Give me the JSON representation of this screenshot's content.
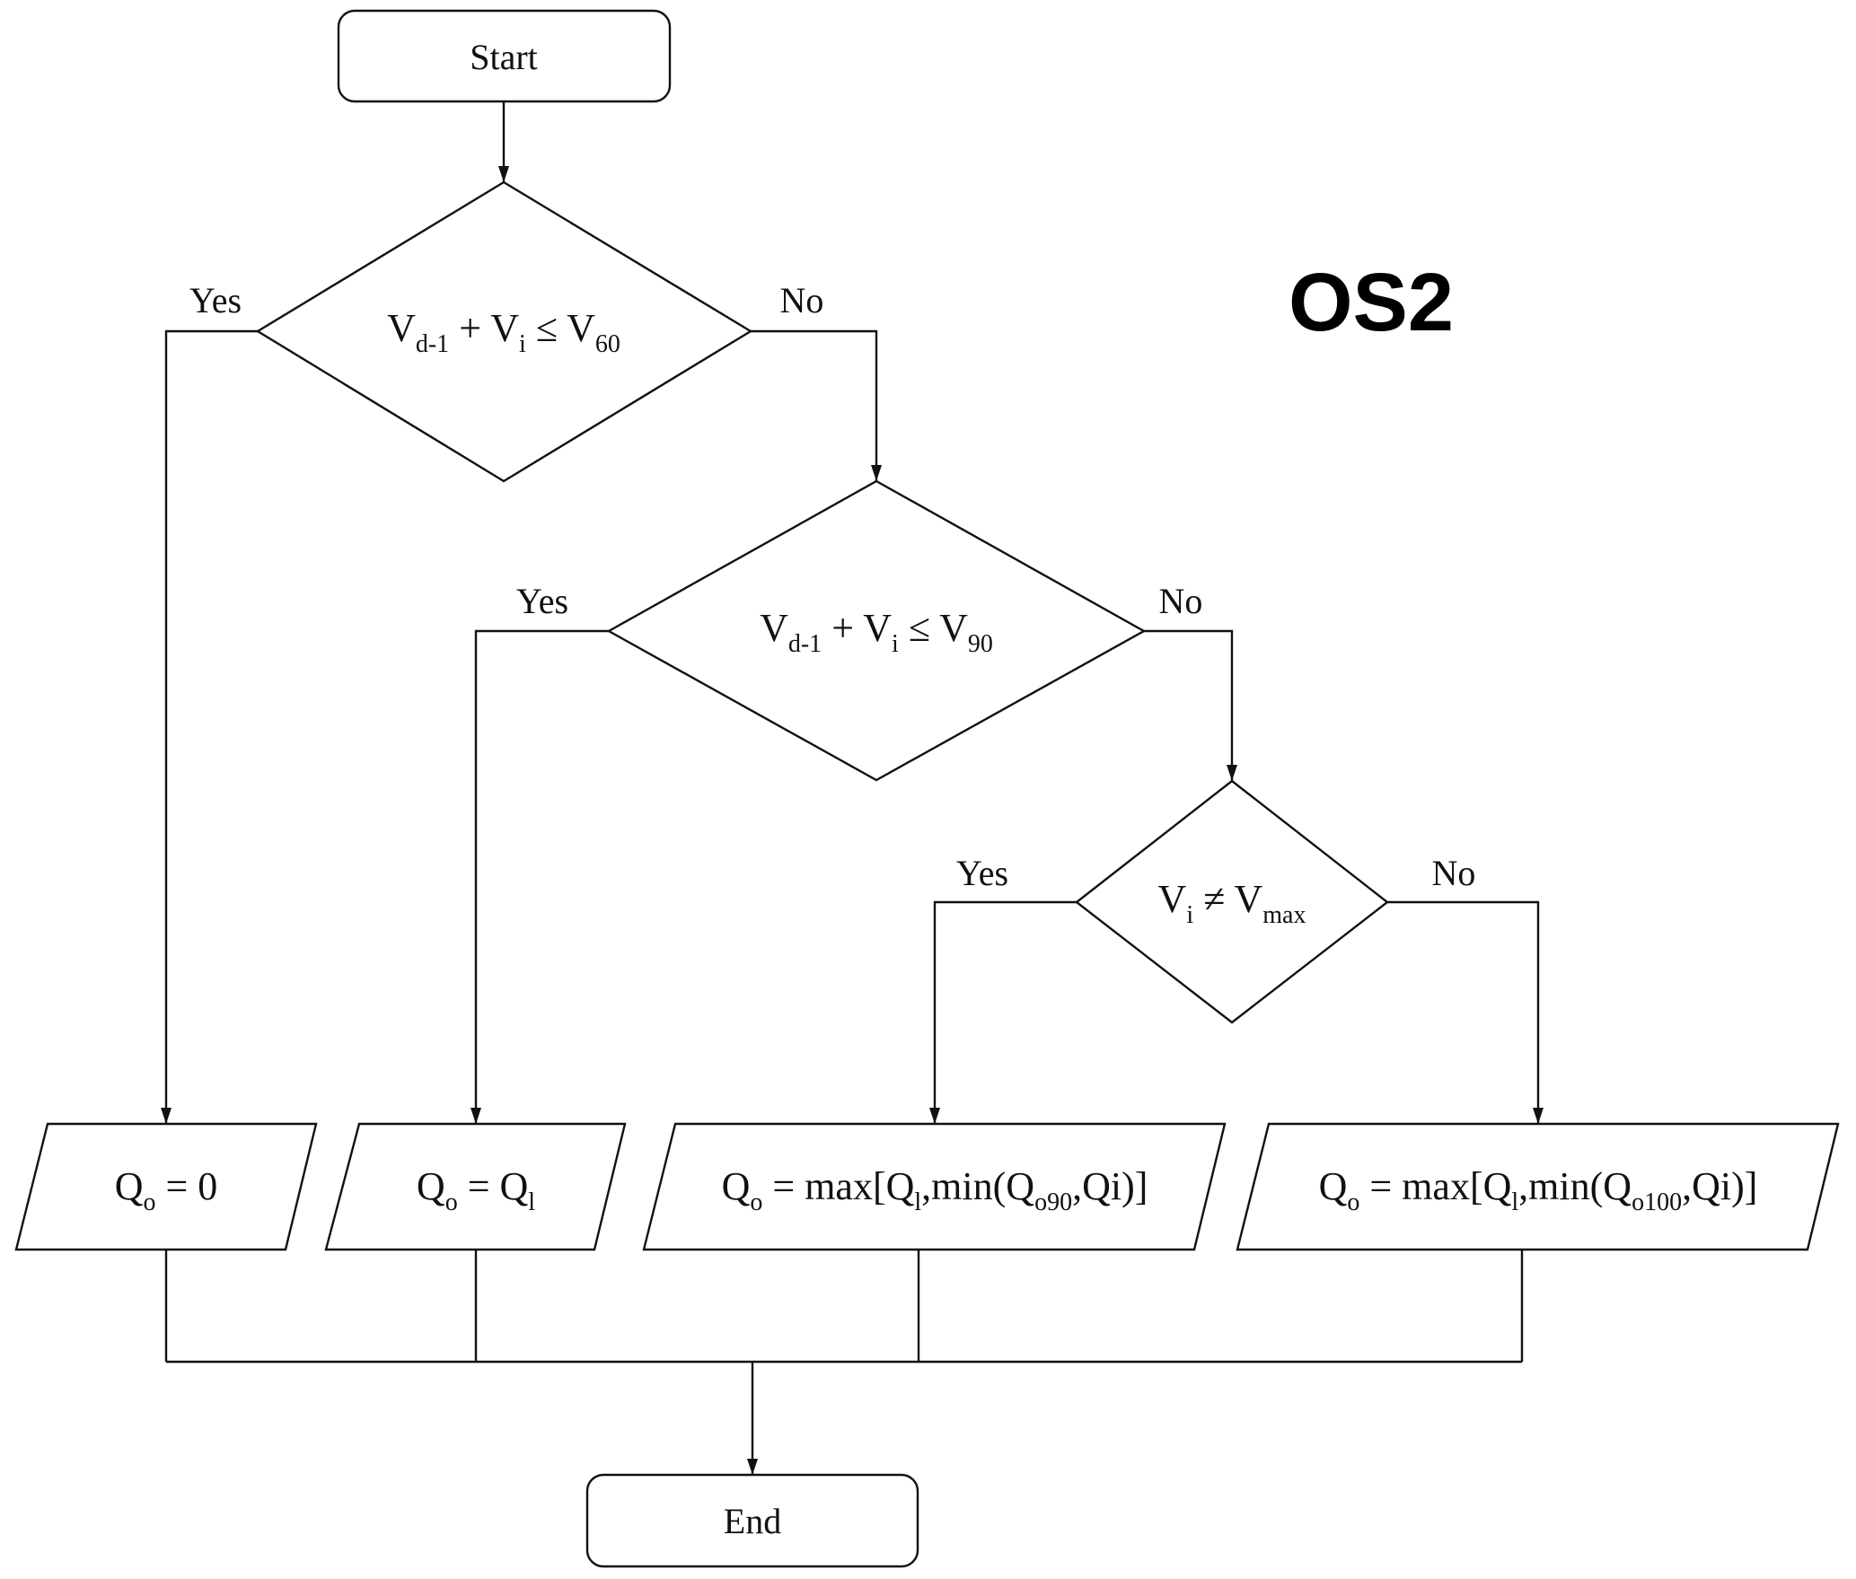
{
  "diagram_title": "OS2",
  "terminals": {
    "start": "Start",
    "end": "End"
  },
  "decisions": [
    {
      "id": "d1",
      "expression": {
        "parts": [
          {
            "t": "V"
          },
          {
            "s": "d-1"
          },
          {
            "t": " + V"
          },
          {
            "s": "i"
          },
          {
            "t": " ≤ V"
          },
          {
            "s": "60"
          }
        ]
      },
      "text": "V_d-1 + V_i ≤ V_60",
      "yes_label": "Yes",
      "no_label": "No"
    },
    {
      "id": "d2",
      "expression": {
        "parts": [
          {
            "t": "V"
          },
          {
            "s": "d-1"
          },
          {
            "t": " + V"
          },
          {
            "s": "i"
          },
          {
            "t": " ≤ V"
          },
          {
            "s": "90"
          }
        ]
      },
      "text": "V_d-1 + V_i ≤ V_90",
      "yes_label": "Yes",
      "no_label": "No"
    },
    {
      "id": "d3",
      "expression": {
        "parts": [
          {
            "t": "V"
          },
          {
            "s": "i"
          },
          {
            "t": " ≠ V"
          },
          {
            "s": "max"
          }
        ]
      },
      "text": "V_i ≠ V_max",
      "yes_label": "Yes",
      "no_label": "No"
    }
  ],
  "outputs": [
    {
      "id": "o1",
      "text": "Q_o = 0",
      "parts": [
        {
          "t": "Q"
        },
        {
          "s": "o"
        },
        {
          "t": " = 0"
        }
      ]
    },
    {
      "id": "o2",
      "text": "Q_o = Q_l",
      "parts": [
        {
          "t": "Q"
        },
        {
          "s": "o"
        },
        {
          "t": " = Q"
        },
        {
          "s": "l"
        }
      ]
    },
    {
      "id": "o3",
      "text": "Q_o = max[Q_l,min(Q_o90,Qi)]",
      "parts": [
        {
          "t": "Q"
        },
        {
          "s": "o"
        },
        {
          "t": " = max[Q"
        },
        {
          "s": "l"
        },
        {
          "t": ",min(Q"
        },
        {
          "s": "o90"
        },
        {
          "t": ",Qi)]"
        }
      ]
    },
    {
      "id": "o4",
      "text": "Q_o = max[Q_l,min(Q_o100,Qi)]",
      "parts": [
        {
          "t": "Q"
        },
        {
          "s": "o"
        },
        {
          "t": " = max[Q"
        },
        {
          "s": "l"
        },
        {
          "t": ",min(Q"
        },
        {
          "s": "o100"
        },
        {
          "t": ",Qi)]"
        }
      ]
    }
  ]
}
